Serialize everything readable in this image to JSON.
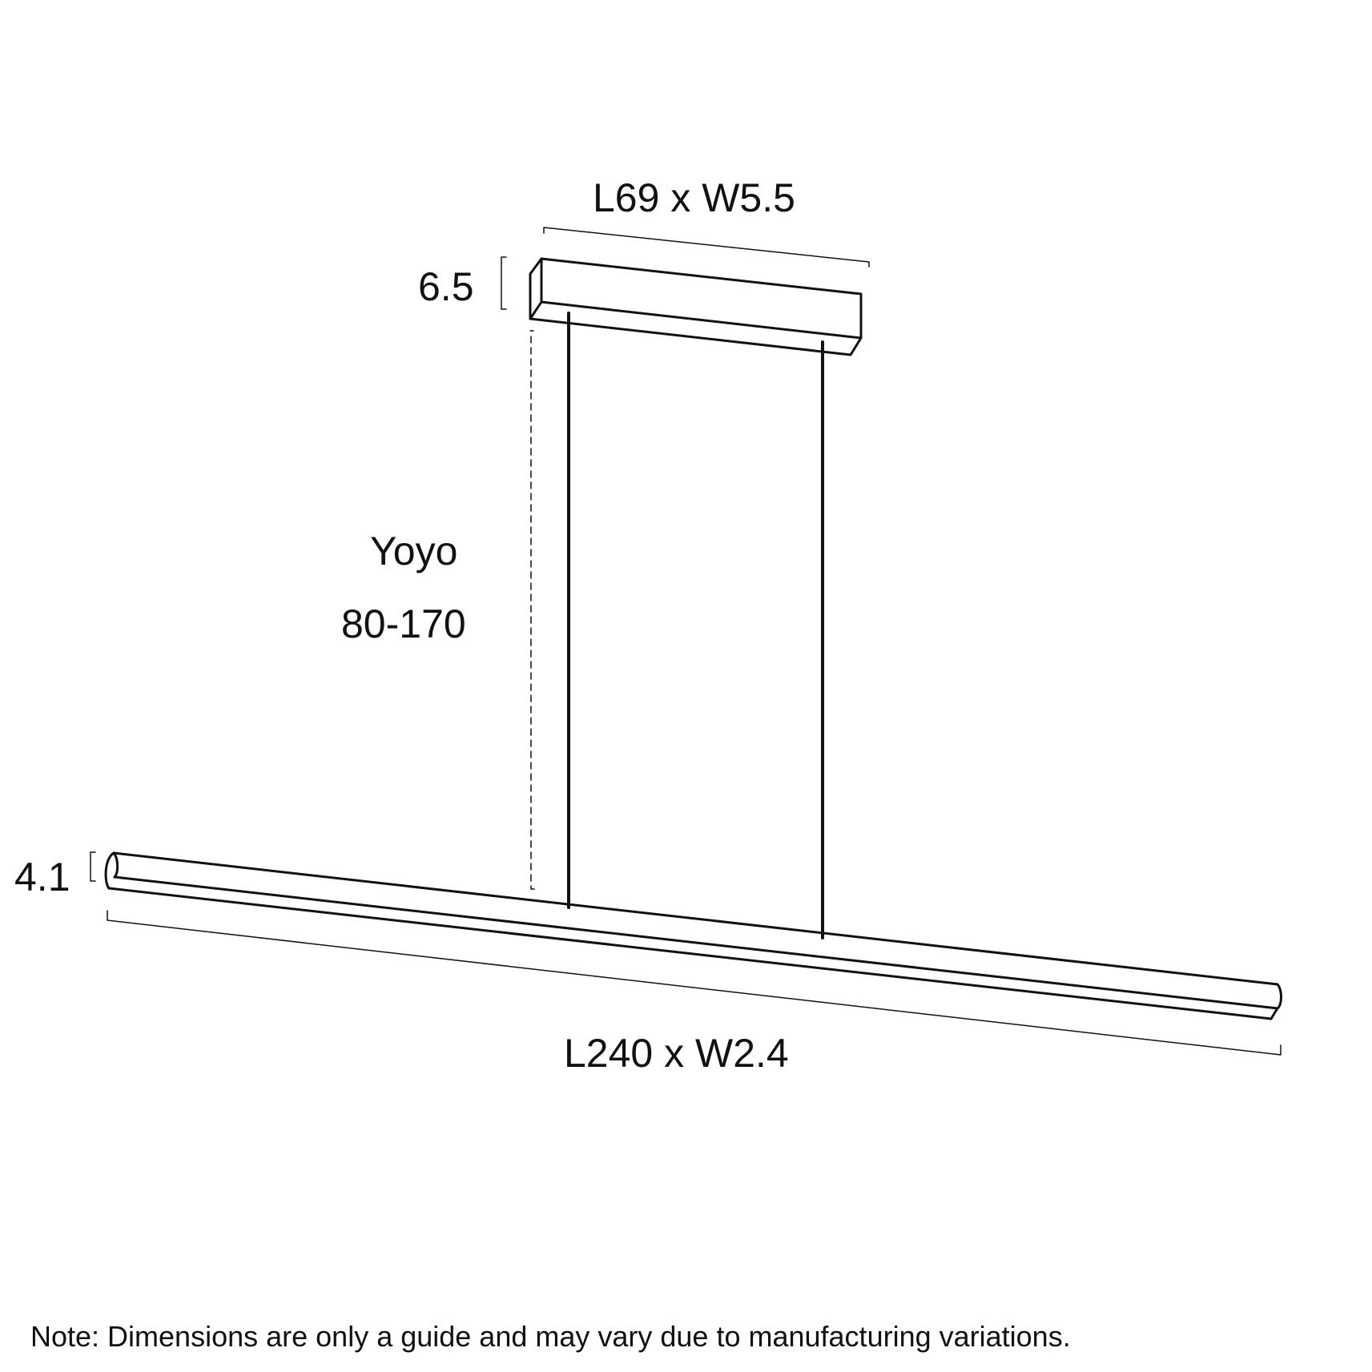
{
  "diagram": {
    "type": "product-dimension-drawing",
    "subject": "linear pendant light with canopy",
    "labels": {
      "canopy_size": "L69 x W5.5",
      "canopy_height": "6.5",
      "suspension_type": "Yoyo",
      "suspension_range": "80-170",
      "bar_height": "4.1",
      "bar_size": "L240 x W2.4"
    },
    "note": "Note: Dimensions are only a guide and may vary due to manufacturing variations.",
    "colors": {
      "line": "#111111",
      "background": "#ffffff"
    }
  }
}
